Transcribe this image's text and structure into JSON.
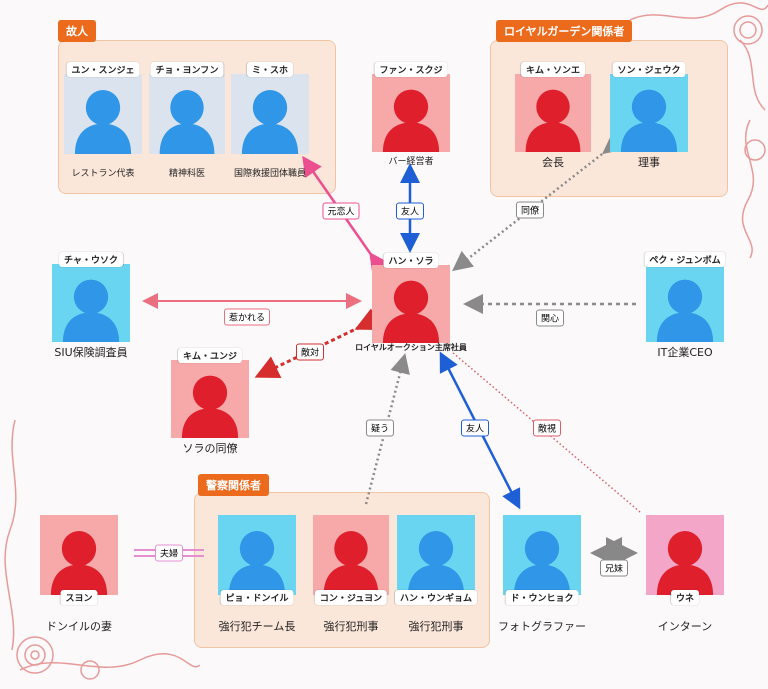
{
  "colors": {
    "pink_arrow": "#ec4f8f",
    "blue_arrow": "#1e5fd6",
    "gray_arrow": "#8a8a8a",
    "red_arrow": "#d62e2e",
    "salmon_arrow": "#ea6f7f",
    "rose_dotted": "#d95e6a",
    "group_header": "#ec6a1c",
    "group_bg": "#fbe7da",
    "portrait_red_bg": "#f7a9a9",
    "portrait_blue_bg": "#6ad5f1",
    "portrait_gray_bg": "#dbe3ef",
    "portrait_pink_bg": "#f4a6c8",
    "silhouette_red": "#e01f2d",
    "silhouette_blue": "#2f96e8"
  },
  "groups": [
    {
      "id": "deceased",
      "title": "故人"
    },
    {
      "id": "royal",
      "title": "ロイヤルガーデン関係者"
    },
    {
      "id": "police",
      "title": "警察関係者"
    }
  ],
  "nodes": [
    {
      "id": "yun",
      "name": "ユン・スンジェ",
      "role": "レストラン代表",
      "bg": "gray",
      "fig": "blue"
    },
    {
      "id": "cho",
      "name": "チョ・ヨンフン",
      "role": "精神科医",
      "bg": "gray",
      "fig": "blue"
    },
    {
      "id": "mi",
      "name": "ミ・スホ",
      "role": "国際救援団体職員",
      "bg": "gray",
      "fig": "blue"
    },
    {
      "id": "fan",
      "name": "ファン・スクジ",
      "role": "バー経営者",
      "bg": "red",
      "fig": "red"
    },
    {
      "id": "kimso",
      "name": "キム・ソンエ",
      "role": "会長",
      "bg": "red",
      "fig": "red"
    },
    {
      "id": "son",
      "name": "ソン・ジェウク",
      "role": "理事",
      "bg": "blue",
      "fig": "blue"
    },
    {
      "id": "han",
      "name": "ハン・ソラ",
      "role": "ロイヤルオークション主席社員",
      "bg": "red",
      "fig": "red"
    },
    {
      "id": "cha",
      "name": "チャ・ウソク",
      "role": "SIU保険調査員",
      "bg": "blue",
      "fig": "blue"
    },
    {
      "id": "baek",
      "name": "ペク・ジュンボム",
      "role": "IT企業CEO",
      "bg": "blue",
      "fig": "blue"
    },
    {
      "id": "kimyu",
      "name": "キム・ユンジ",
      "role": "ソラの同僚",
      "bg": "red",
      "fig": "red"
    },
    {
      "id": "suyon",
      "name": "スヨン",
      "role": "ドンイルの妻",
      "bg": "red",
      "fig": "red"
    },
    {
      "id": "pyo",
      "name": "ピョ・ドンイル",
      "role": "強行犯チーム長",
      "bg": "blue",
      "fig": "blue"
    },
    {
      "id": "kon",
      "name": "コン・ジュヨン",
      "role": "強行犯刑事",
      "bg": "red",
      "fig": "red"
    },
    {
      "id": "hanug",
      "name": "ハン・ウンギョム",
      "role": "強行犯刑事",
      "bg": "blue",
      "fig": "blue"
    },
    {
      "id": "do",
      "name": "ド・ウンヒョク",
      "role": "フォトグラファー",
      "bg": "blue",
      "fig": "blue"
    },
    {
      "id": "une",
      "name": "ウネ",
      "role": "インターン",
      "bg": "pink",
      "fig": "red"
    }
  ],
  "edges": [
    {
      "id": "e_motokoi",
      "label": "元恋人"
    },
    {
      "id": "e_yujin1",
      "label": "友人"
    },
    {
      "id": "e_dōryō",
      "label": "同僚"
    },
    {
      "id": "e_hikareru",
      "label": "惹かれる"
    },
    {
      "id": "e_kanshin",
      "label": "関心"
    },
    {
      "id": "e_tekitai",
      "label": "敵対"
    },
    {
      "id": "e_utagau",
      "label": "疑う"
    },
    {
      "id": "e_yujin2",
      "label": "友人"
    },
    {
      "id": "e_tekishi",
      "label": "敵視"
    },
    {
      "id": "e_fufu",
      "label": "夫婦"
    },
    {
      "id": "e_kyodai",
      "label": "兄妹"
    }
  ]
}
